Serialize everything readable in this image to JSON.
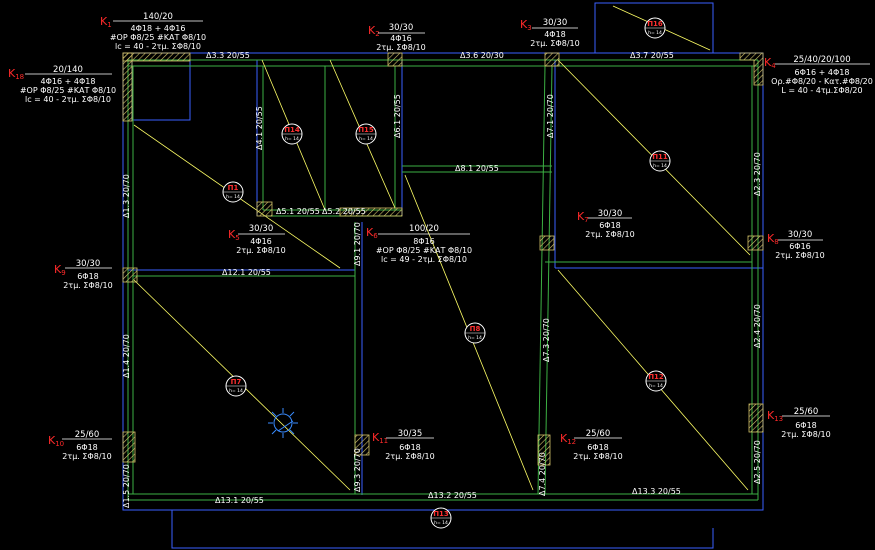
{
  "columns": [
    {
      "id": "K1",
      "label": "K",
      "sub": "1",
      "lines": [
        "140/20",
        "4Φ18 + 4Φ16",
        "#ΟΡ Φ8/25 #ΚΑΤ Φ8/10",
        "lc = 40 - 2τμ. ΣΦ8/10"
      ]
    },
    {
      "id": "K2",
      "label": "K",
      "sub": "2",
      "lines": [
        "30/30",
        "4Φ16",
        "2τμ. ΣΦ8/10"
      ]
    },
    {
      "id": "K3",
      "label": "K",
      "sub": "3",
      "lines": [
        "30/30",
        "4Φ18",
        "2τμ. ΣΦ8/10"
      ]
    },
    {
      "id": "K4",
      "label": "K",
      "sub": "4",
      "lines": [
        "25/40/20/100",
        "6Φ16 + 4Φ18",
        "Oρ.#Φ8/20 - Κατ.#Φ8/20",
        "L = 40 - 4τμ.ΣΦ8/20"
      ]
    },
    {
      "id": "K18",
      "label": "K",
      "sub": "18",
      "lines": [
        "20/140",
        "4Φ16 + 4Φ18",
        "#ΟΡ Φ8/25 #ΚΑΤ Φ8/10",
        "lc = 40 - 2τμ. ΣΦ8/10"
      ]
    },
    {
      "id": "K5",
      "label": "K",
      "sub": "5",
      "lines": [
        "30/30",
        "4Φ16",
        "2τμ. ΣΦ8/10"
      ]
    },
    {
      "id": "K6",
      "label": "K",
      "sub": "6",
      "lines": [
        "100/20",
        "8Φ16",
        "#ΟΡ Φ8/25 #ΚΑΤ Φ8/10",
        "lc = 49 - 2τμ. ΣΦ8/10"
      ]
    },
    {
      "id": "K7",
      "label": "K",
      "sub": "7",
      "lines": [
        "30/30",
        "6Φ18",
        "2τμ. ΣΦ8/10"
      ]
    },
    {
      "id": "K8",
      "label": "K",
      "sub": "8",
      "lines": [
        "30/30",
        "6Φ16",
        "2τμ. ΣΦ8/10"
      ]
    },
    {
      "id": "K9",
      "label": "K",
      "sub": "9",
      "lines": [
        "30/30",
        "6Φ18",
        "2τμ. ΣΦ8/10"
      ]
    },
    {
      "id": "K10",
      "label": "K",
      "sub": "10",
      "lines": [
        "25/60",
        "6Φ18",
        "2τμ. ΣΦ8/10"
      ]
    },
    {
      "id": "K11",
      "label": "K",
      "sub": "11",
      "lines": [
        "30/35",
        "6Φ18",
        "2τμ. ΣΦ8/10"
      ]
    },
    {
      "id": "K12",
      "label": "K",
      "sub": "12",
      "lines": [
        "25/60",
        "6Φ18",
        "2τμ. ΣΦ8/10"
      ]
    },
    {
      "id": "K13",
      "label": "K",
      "sub": "13",
      "lines": [
        "25/60",
        "6Φ18",
        "2τμ. ΣΦ8/10"
      ]
    }
  ],
  "beams": {
    "b3_3": "Δ3.3  20/55",
    "b3_6": "Δ3.6  20/30",
    "b3_7": "Δ3.7  20/55",
    "b4_1": "Δ4.1  20/55",
    "b6_1": "Δ6.1  20/55",
    "b5_1": "Δ5.1  20/55",
    "b5_2": "Δ5.2  20/55",
    "b8_1": "Δ8.1  20/55",
    "b7_1": "Δ7.1  20/70",
    "b2_3": "Δ2.3  20/70",
    "b1_3": "Δ1.3  20/70",
    "b12_1": "Δ12.1  20/55",
    "b9_1": "Δ9.1  20/70",
    "b7_3": "Δ7.3  20/70",
    "b2_4": "Δ2.4  20/70",
    "b1_4": "Δ1.4  20/70",
    "b1_5": "Δ1.5  20/70",
    "b9_3": "Δ9.3  20/70",
    "b7_4": "Δ7.4  20/70",
    "b2_5": "Δ2.5  20/70",
    "b13_1": "Δ13.1  20/55",
    "b13_2": "Δ13.2  20/55",
    "b13_3": "Δ13.3  20/55"
  },
  "slabs": [
    {
      "id": "Π1",
      "h": "h= 14"
    },
    {
      "id": "Π14",
      "h": "h= 14"
    },
    {
      "id": "Π15",
      "h": "h= 14"
    },
    {
      "id": "Π16",
      "h": "h= 14"
    },
    {
      "id": "Π11",
      "h": "h= 14"
    },
    {
      "id": "Π8",
      "h": "h= 14"
    },
    {
      "id": "Π7",
      "h": "h= 14"
    },
    {
      "id": "Π12",
      "h": "h= 14"
    },
    {
      "id": "Π13",
      "h": "h= 14"
    }
  ],
  "colors": {
    "blue": "#3a5fff",
    "green": "#3cb043",
    "yellow": "#ffff66",
    "hatch": "#d4c36a",
    "red": "#ff2a2a"
  }
}
